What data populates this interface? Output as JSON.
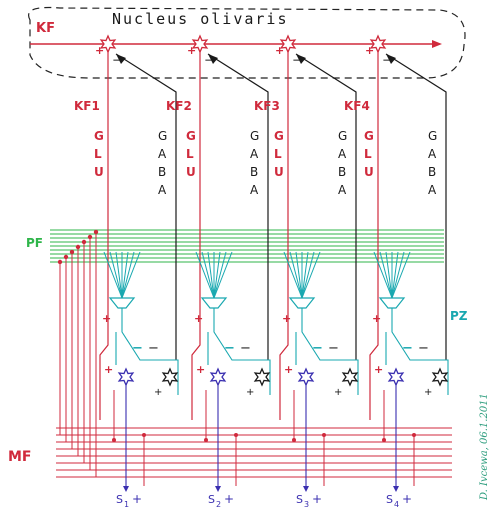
{
  "title": "Nucleus olivaris",
  "labels": {
    "kf": "KF",
    "pf": "PF",
    "pz": "PZ",
    "mf": "MF"
  },
  "modules": [
    {
      "kf": "KF1",
      "glu": "GLU",
      "gaba": "GABA",
      "s_main": "S",
      "s_sub": "1"
    },
    {
      "kf": "KF2",
      "glu": "GLU",
      "gaba": "GABA",
      "s_main": "S",
      "s_sub": "2"
    },
    {
      "kf": "KF3",
      "glu": "GLU",
      "gaba": "GABA",
      "s_main": "S",
      "s_sub": "3"
    },
    {
      "kf": "KF4",
      "glu": "GLU",
      "gaba": "GABA",
      "s_main": "S",
      "s_sub": "4"
    }
  ],
  "signs": {
    "plus": "+",
    "minus": "−"
  },
  "signature": "D. Ivcewa, 06.1.2011",
  "colors": {
    "climbing_fiber": "#d02a3c",
    "parallel_fiber": "#2fb54a",
    "purkinje": "#19a8b0",
    "nuclear_cell": "#3a2fb0",
    "inhibitory": "#1a1a1a"
  }
}
